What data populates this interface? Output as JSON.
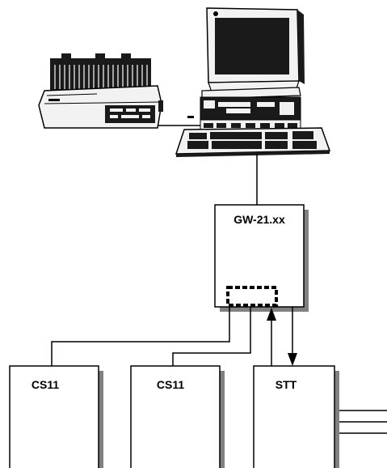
{
  "diagram": {
    "gateway": {
      "label": "GW-21.xx"
    },
    "nodes": [
      {
        "label": "CS11"
      },
      {
        "label": "CS11"
      },
      {
        "label": "STT"
      }
    ],
    "colors": {
      "line": "#000000",
      "shadow": "#808080",
      "box_fill": "#ffffff",
      "device_dark": "#1a1a1a",
      "device_light": "#f2f2f2"
    },
    "icons": [
      "printer-icon",
      "computer-monitor-icon",
      "computer-base-icon",
      "keyboard-icon"
    ]
  }
}
